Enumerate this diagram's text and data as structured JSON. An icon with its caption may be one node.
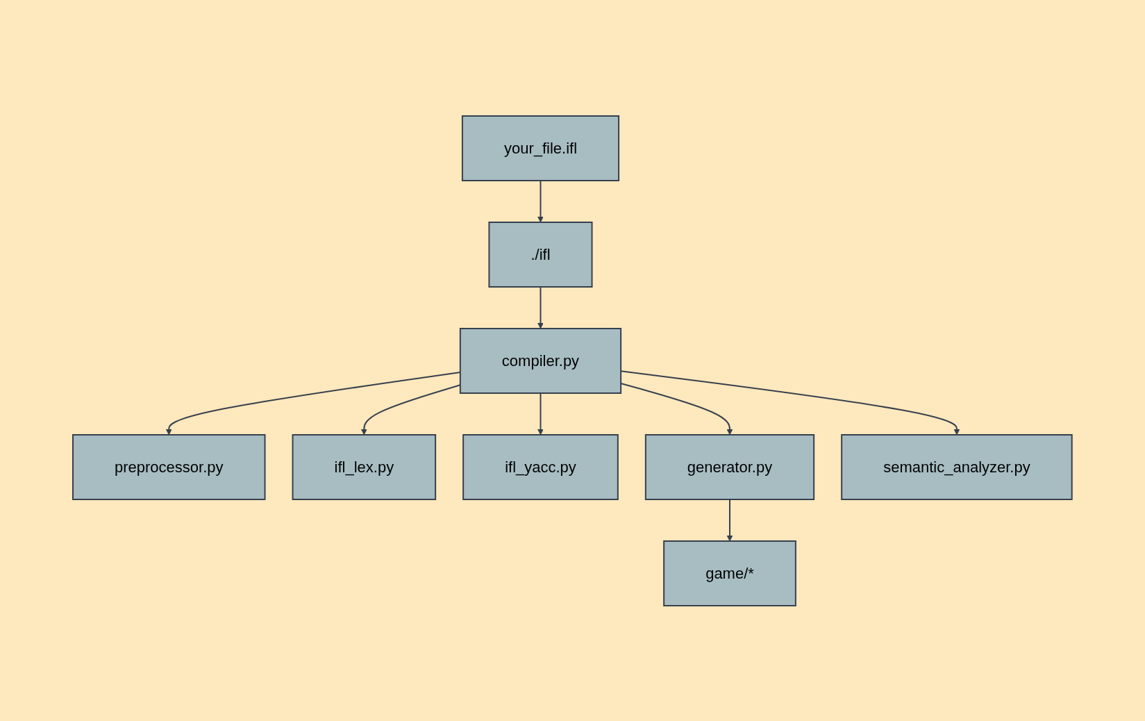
{
  "diagram": {
    "nodes": [
      {
        "text": [
          "./ifl"
        ]
      },
      {
        "text": [
          "your_file.ifl"
        ]
      },
      {
        "text": [
          "preprocessor.py"
        ]
      },
      {
        "text": [
          "compiler.py"
        ]
      },
      {
        "text": [
          "ifl_lex.py"
        ]
      },
      {
        "text": [
          "ifl_yacc.py"
        ]
      },
      {
        "text": [
          "generator.py"
        ]
      },
      {
        "text": [
          "semantic_analyzer.py"
        ]
      },
      {
        "text": [
          "game/*"
        ]
      }
    ],
    "edges": [
      {
        "from": 1,
        "to": 0,
        "arrow": "to"
      },
      {
        "from": 0,
        "to": 3,
        "arrow": "to"
      },
      {
        "from": 3,
        "to": 2,
        "arrow": "to"
      },
      {
        "from": 3,
        "to": 4,
        "arrow": "to"
      },
      {
        "from": 3,
        "to": 5,
        "arrow": "to"
      },
      {
        "from": 3,
        "to": 6,
        "arrow": "to"
      },
      {
        "from": 3,
        "to": 7,
        "arrow": "to"
      },
      {
        "from": 6,
        "to": 8,
        "arrow": "to"
      }
    ]
  }
}
